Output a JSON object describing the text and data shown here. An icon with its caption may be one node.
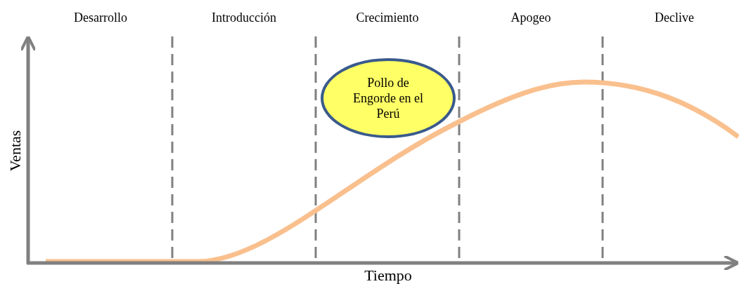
{
  "diagram": {
    "nodes": [
      {
        "text": [
          "Pollo de Engorde en el Perú"
        ]
      }
    ],
    "labels": [
      "Desarrollo",
      "Introducción",
      "Crecimiento",
      "Apogeo",
      "Declive",
      "Ventas",
      "Tiempo"
    ]
  }
}
